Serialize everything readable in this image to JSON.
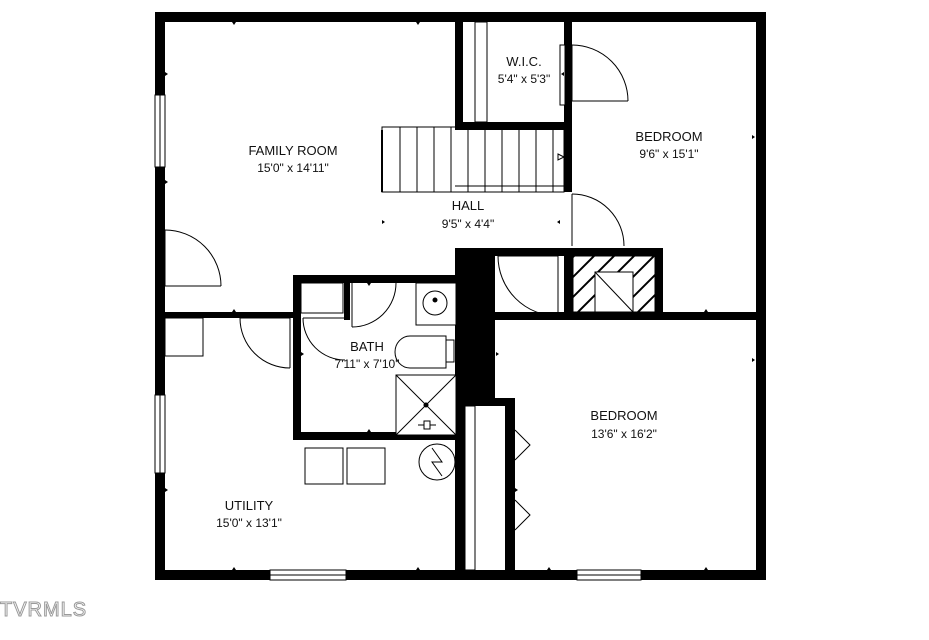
{
  "floorplan": {
    "rooms": [
      {
        "id": "family-room",
        "label": "FAMILY ROOM",
        "dims": "15'0\" x 14'11\""
      },
      {
        "id": "wic",
        "label": "W.I.C.",
        "dims": "5'4\" x 5'3\""
      },
      {
        "id": "bedroom-1",
        "label": "BEDROOM",
        "dims": "9'6\" x 15'1\""
      },
      {
        "id": "hall",
        "label": "HALL",
        "dims": "9'5\" x 4'4\""
      },
      {
        "id": "bath",
        "label": "BATH",
        "dims": "7'11\" x 7'10\""
      },
      {
        "id": "bedroom-2",
        "label": "BEDROOM",
        "dims": "13'6\" x 16'2\""
      },
      {
        "id": "utility",
        "label": "UTILITY",
        "dims": "15'0\" x 13'1\""
      }
    ],
    "watermark": "TVRMLS"
  }
}
